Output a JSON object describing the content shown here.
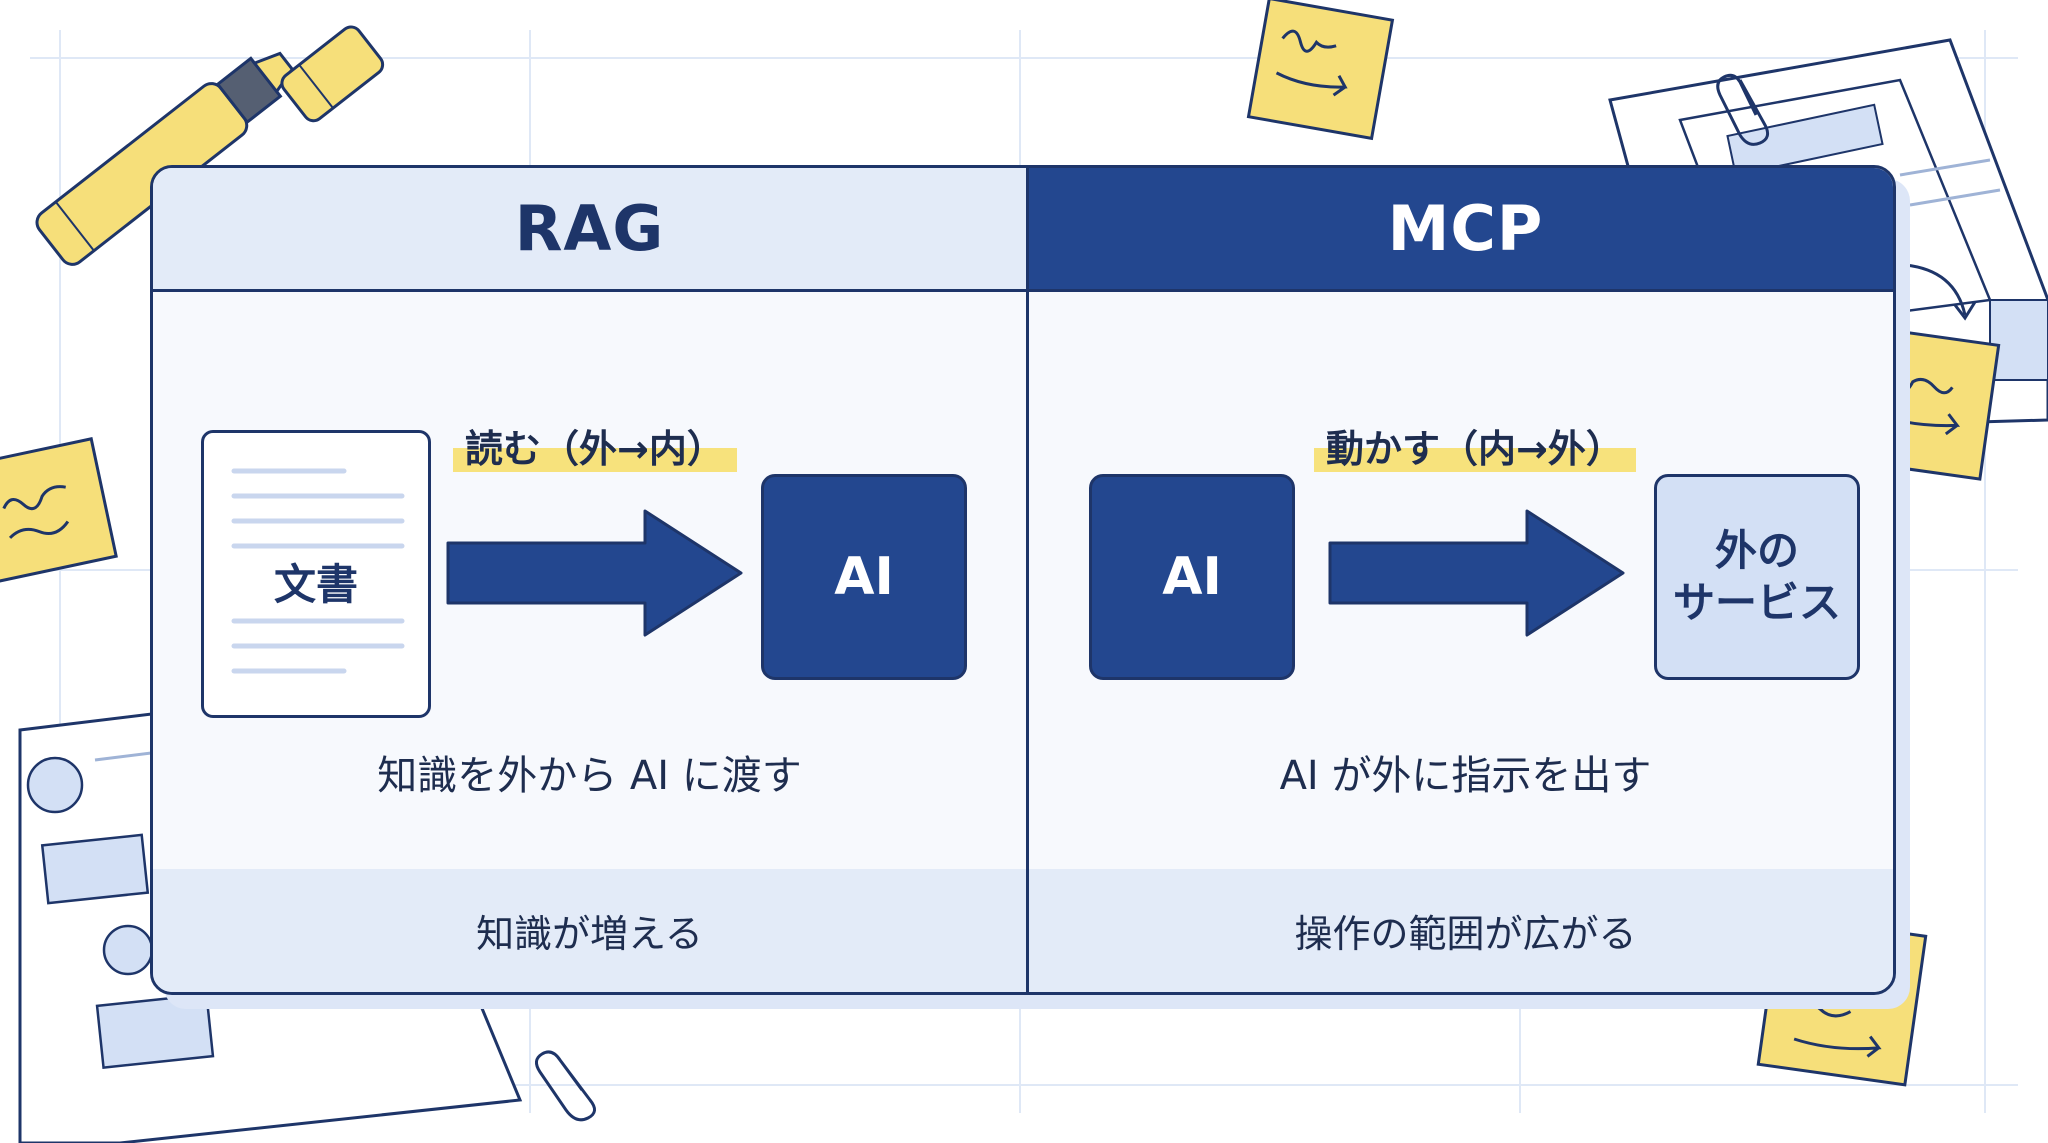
{
  "rag": {
    "header": "RAG",
    "direction_label": "読む（外→内）",
    "source_label": "文書",
    "target_label": "AI",
    "description": "知識を外から AI に渡す",
    "result": "知識が増える"
  },
  "mcp": {
    "header": "MCP",
    "direction_label": "動かす（内→外）",
    "source_label": "AI",
    "target_label_line1": "外の",
    "target_label_line2": "サービス",
    "description": "AI が外に指示を出す",
    "result": "操作の範囲が広がる"
  },
  "colors": {
    "navy": "#23478f",
    "ink": "#1e3569",
    "pale_blue": "#e3ebf8",
    "highlight_yellow": "#f7e27c",
    "sticky_yellow": "#f6df7a"
  }
}
